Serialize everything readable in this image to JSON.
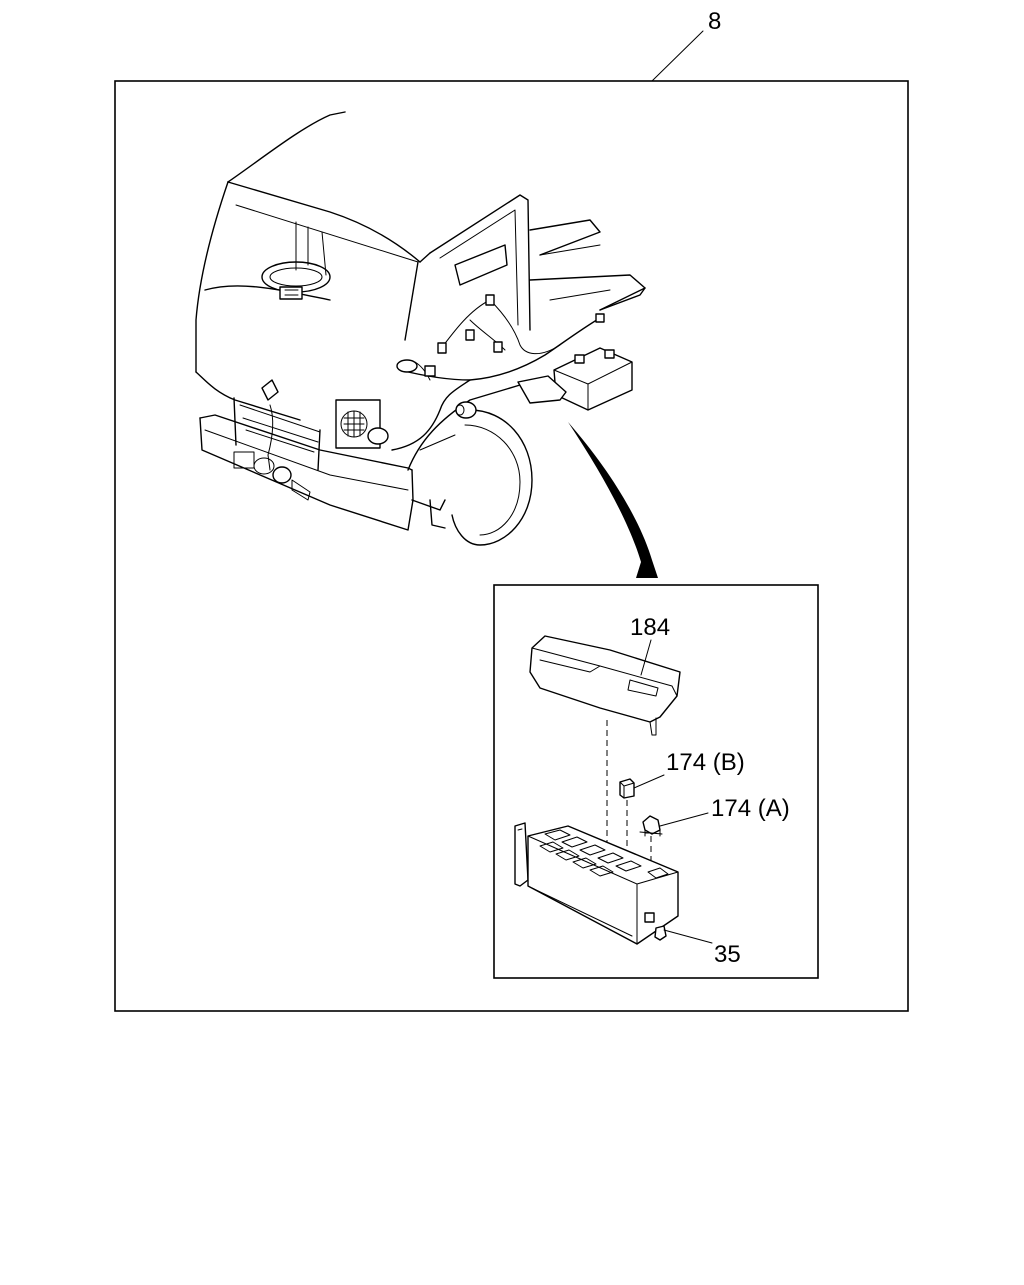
{
  "diagram": {
    "callouts": {
      "main_ref": "8",
      "cover": "184",
      "relay_b": "174 (B)",
      "relay_a": "174 (A)",
      "relay_box": "35"
    }
  }
}
